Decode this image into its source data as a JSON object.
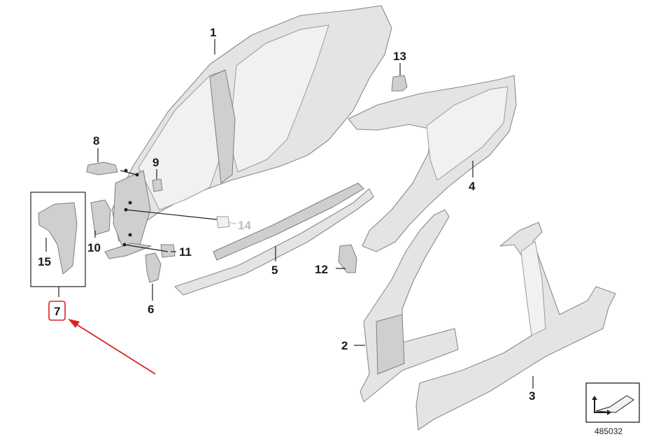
{
  "callouts": {
    "c1": "1",
    "c2": "2",
    "c3": "3",
    "c4": "4",
    "c5": "5",
    "c6": "6",
    "c7": "7",
    "c8": "8",
    "c9": "9",
    "c10": "10",
    "c11": "11",
    "c12": "12",
    "c13": "13",
    "c14": "14",
    "c15": "15"
  },
  "reference_number": "485032",
  "colors": {
    "highlight": "#e02020",
    "arrow": "#e02020",
    "part_fill": "#e4e4e4",
    "part_stroke": "#8a8a8a",
    "faded_label": "#bdbdbd"
  },
  "icons": {
    "arrow": "red-pointer-arrow",
    "reference": "cutout-arrow-icon"
  }
}
